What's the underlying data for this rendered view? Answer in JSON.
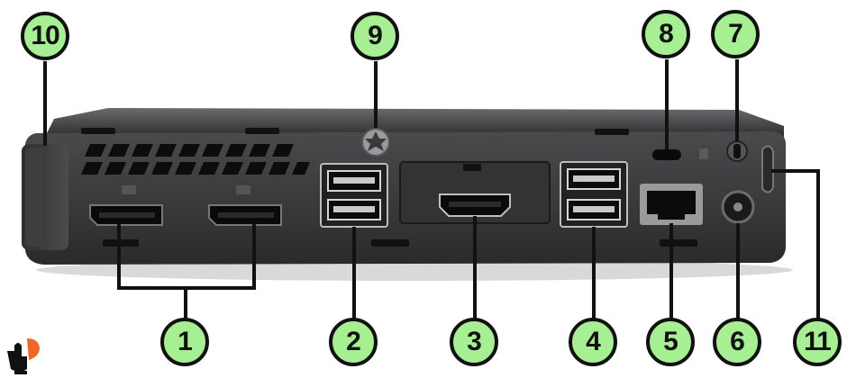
{
  "callouts": [
    {
      "id": "1",
      "label": "1"
    },
    {
      "id": "2",
      "label": "2"
    },
    {
      "id": "3",
      "label": "3"
    },
    {
      "id": "4",
      "label": "4"
    },
    {
      "id": "5",
      "label": "5"
    },
    {
      "id": "6",
      "label": "6"
    },
    {
      "id": "7",
      "label": "7"
    },
    {
      "id": "8",
      "label": "8"
    },
    {
      "id": "9",
      "label": "9"
    },
    {
      "id": "10",
      "label": "10"
    },
    {
      "id": "11",
      "label": "11"
    }
  ],
  "colors": {
    "callout_fill": "#a6ef92",
    "callout_border": "#111111",
    "chassis": "#3a3a3c",
    "chassis_dark": "#1f1f21",
    "port_blue": "#0a0a0c",
    "watermark_orange": "#f26522"
  }
}
